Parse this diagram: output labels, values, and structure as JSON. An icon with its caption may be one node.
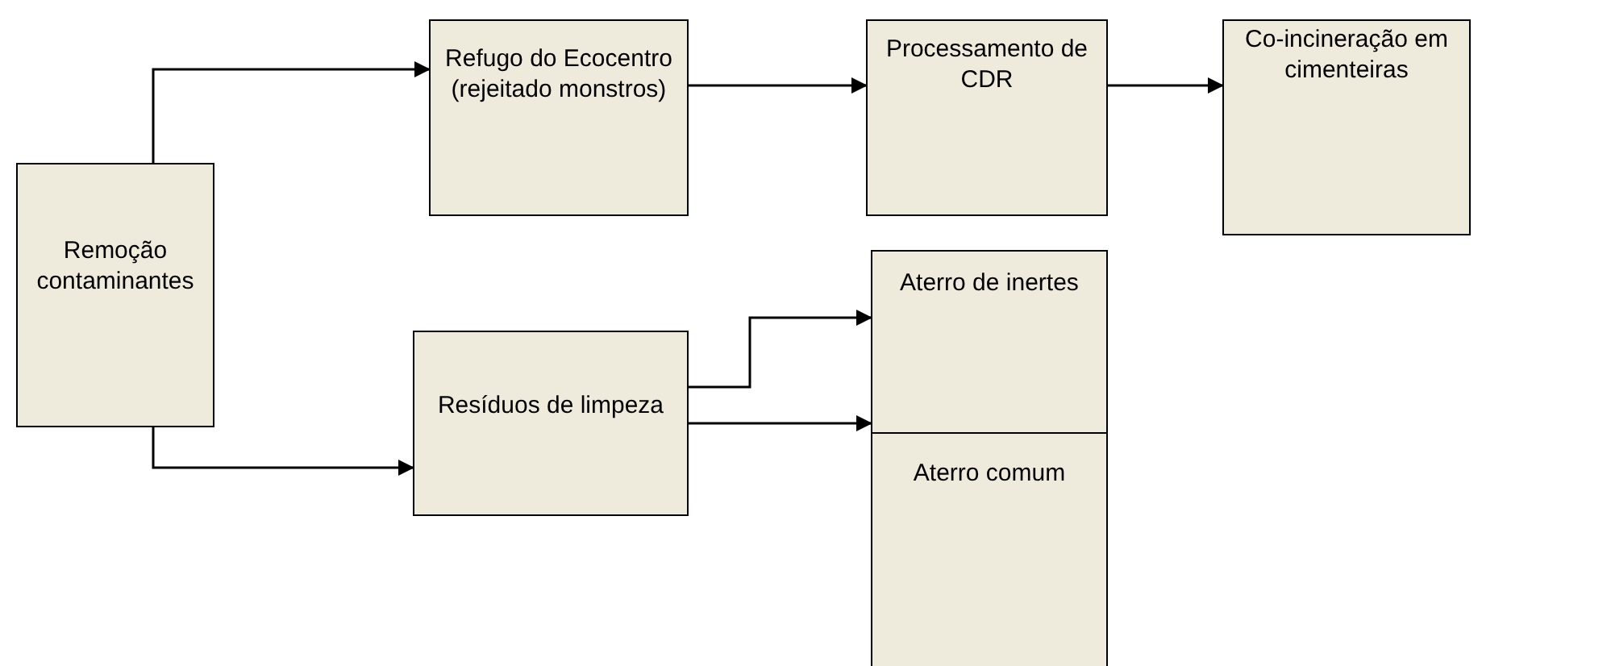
{
  "diagram": {
    "nodes": [
      {
        "text": [
          "Remoção contaminantes"
        ]
      },
      {
        "text": [
          "Refugo do Ecocentro (rejeitado monstros)"
        ]
      },
      {
        "text": [
          "Processamento de CDR"
        ]
      },
      {
        "text": [
          "Co-incineração em cimenteiras"
        ]
      },
      {
        "text": [
          "Resíduos de limpeza"
        ]
      },
      {
        "text": [
          "Aterro de inertes"
        ]
      },
      {
        "text": [
          "Aterro comum"
        ]
      }
    ],
    "edges": [
      {
        "from": 0,
        "to": 1,
        "arrow": "to"
      },
      {
        "from": 1,
        "to": 2,
        "arrow": "to"
      },
      {
        "from": 2,
        "to": 3,
        "arrow": "to"
      },
      {
        "from": 0,
        "to": 4,
        "arrow": "to"
      },
      {
        "from": 4,
        "to": 5,
        "arrow": "to"
      },
      {
        "from": 4,
        "to": 6,
        "arrow": "to"
      }
    ]
  }
}
